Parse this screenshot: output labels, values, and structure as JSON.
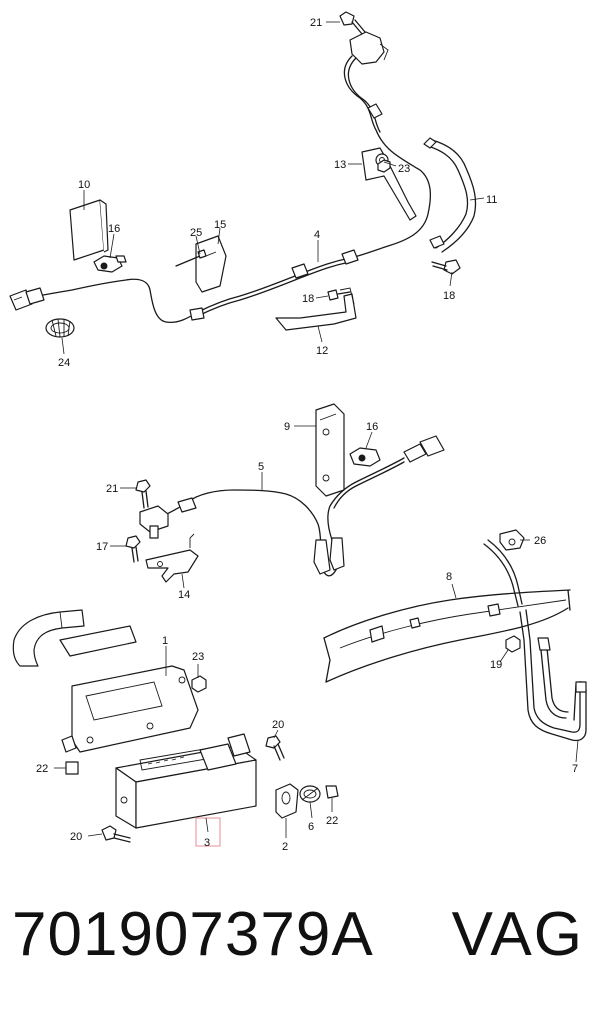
{
  "diagram": {
    "labels": {
      "l21_top": "21",
      "l13": "13",
      "l23_top": "23",
      "l11": "11",
      "l10": "10",
      "l16_top": "16",
      "l15": "15",
      "l25": "25",
      "l4": "4",
      "l18_mid": "18",
      "l18_right": "18",
      "l12": "12",
      "l24": "24",
      "l9": "9",
      "l16_mid": "16",
      "l5": "5",
      "l21_mid": "21",
      "l17": "17",
      "l14": "14",
      "l26": "26",
      "l8": "8",
      "l19": "19",
      "l7": "7",
      "l1": "1",
      "l23_low": "23",
      "l20_right": "20",
      "l22_left": "22",
      "l20_left": "20",
      "l3": "3",
      "l2": "2",
      "l6": "6",
      "l22_right": "22"
    },
    "highlight_color": "#e8a0a8"
  },
  "footer": {
    "part_number": "701907379A",
    "brand": "VAG"
  }
}
